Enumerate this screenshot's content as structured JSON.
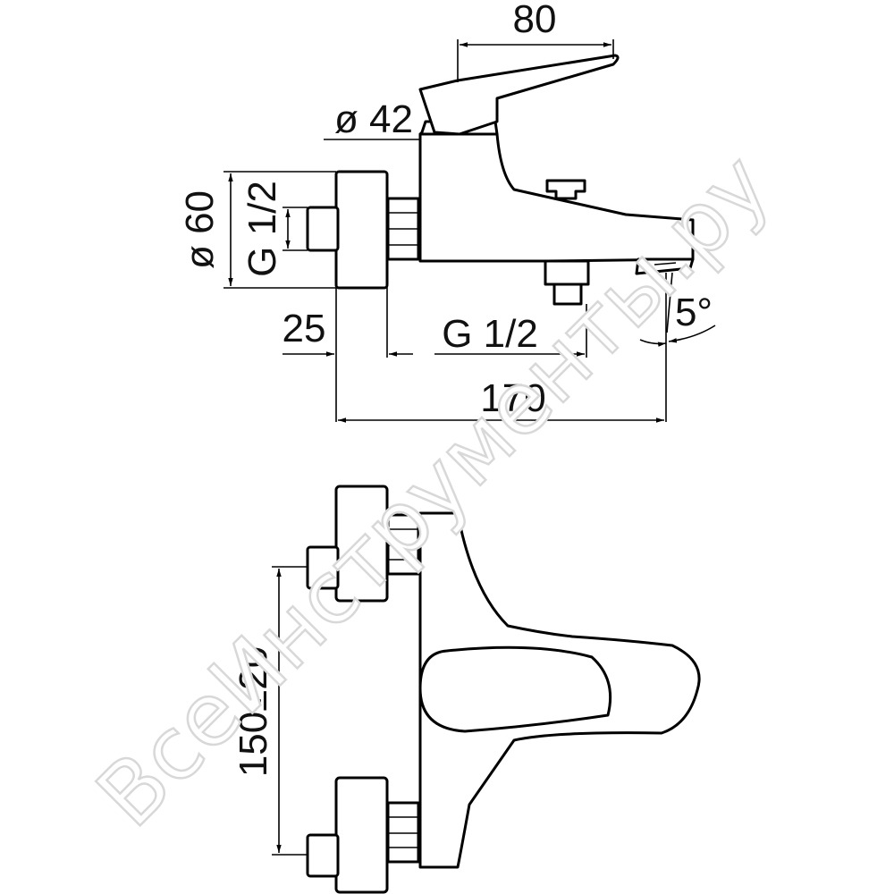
{
  "dimensions": {
    "spout_length": "80",
    "handle_diameter": "ø 42",
    "wall_flange_diameter": "ø 60",
    "inlet_thread": "G 1/2",
    "eccentric_depth": "25",
    "outlet_thread": "G 1/2",
    "spout_angle": "5°",
    "overall_length": "170",
    "inlet_spacing": "150±20"
  },
  "watermark": "ВсеИнструменты.ру"
}
